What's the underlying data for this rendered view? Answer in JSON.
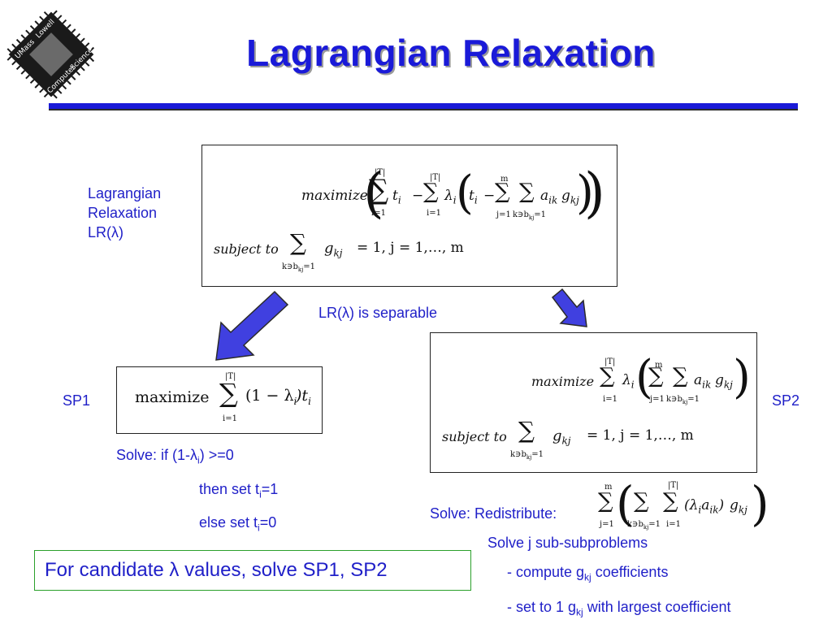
{
  "slide": {
    "title": "Lagrangian Relaxation",
    "logo": {
      "lines": [
        "UMass",
        "Lowell",
        "Computer",
        "Science"
      ]
    }
  },
  "lr_block": {
    "label_line1": "Lagrangian",
    "label_line2": "Relaxation",
    "label_line3": "LR(λ)",
    "maximize_word": "maximize",
    "subject_to_word": "subject to",
    "sum_upper_T": "|T|",
    "sum_lower_i": "i=1",
    "sum_upper_m": "m",
    "sum_lower_j": "j=1",
    "sum_lower_k": "k∋b",
    "sum_lower_k_tail": "kj",
    "sum_lower_k_end": "=1",
    "t_i": "t",
    "minus": "−",
    "lambda_i": "λ",
    "a_ik": "a",
    "g_kj": "g",
    "constraint_rhs": "= 1, j = 1,…, m",
    "sub_i": "i",
    "sub_ik": "ik",
    "sub_kj": "kj"
  },
  "separable_note": "LR(λ) is separable",
  "sp1": {
    "label": "SP1",
    "formula_word": "maximize",
    "formula_body": "(1 − λ",
    "formula_tail": ")t",
    "sum_upper": "|T|",
    "sum_lower": "i=1",
    "solve_line1": "Solve: if (1-λ",
    "solve_line1_tail": ") >=0",
    "solve_line2": "then set t",
    "solve_line2_tail": "=1",
    "solve_line3": "else set t",
    "solve_line3_tail": "=0",
    "sub_i": "i"
  },
  "sp2": {
    "label": "SP2",
    "maximize_word": "maximize",
    "subject_to_word": "subject to",
    "constraint_rhs": "= 1, j = 1,…, m",
    "solve_prefix": "Solve: Redistribute:",
    "solve_subproblems": "Solve j sub-subproblems",
    "bullet1": "- compute g",
    "bullet1_tail": " coefficients",
    "bullet2": "- set to 1 g",
    "bullet2_tail": " with largest coefficient",
    "sub_kj": "kj"
  },
  "candidate_note": "For candidate λ values, solve SP1, SP2",
  "colors": {
    "title": "#1a1ad8",
    "text": "#1f1fc8",
    "arrow": "#4040e0",
    "green_border": "#2aa02a"
  }
}
